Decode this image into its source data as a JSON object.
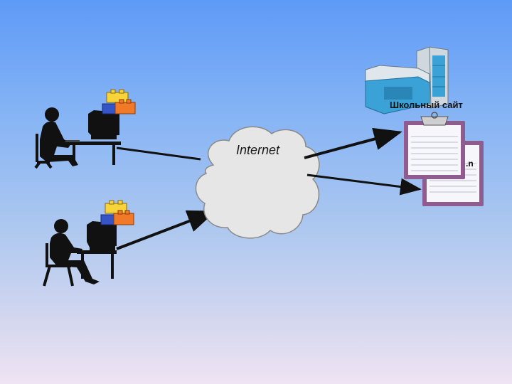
{
  "diagram": {
    "cloud_label": "Internet",
    "server_label": "Школьный сайт",
    "page_label": ".n"
  },
  "colors": {
    "background_top": "#5e9af7",
    "background_bottom": "#efe4f3",
    "cloud_fill": "#e6e6e6",
    "arrow": "#111111",
    "clipboard_frame": "#8e5c8e",
    "paper": "#f7f7fb",
    "server_cyan": "#3aa2d6",
    "block_yellow": "#f6d43a",
    "block_orange": "#f07a28",
    "block_blue": "#3454c8"
  }
}
